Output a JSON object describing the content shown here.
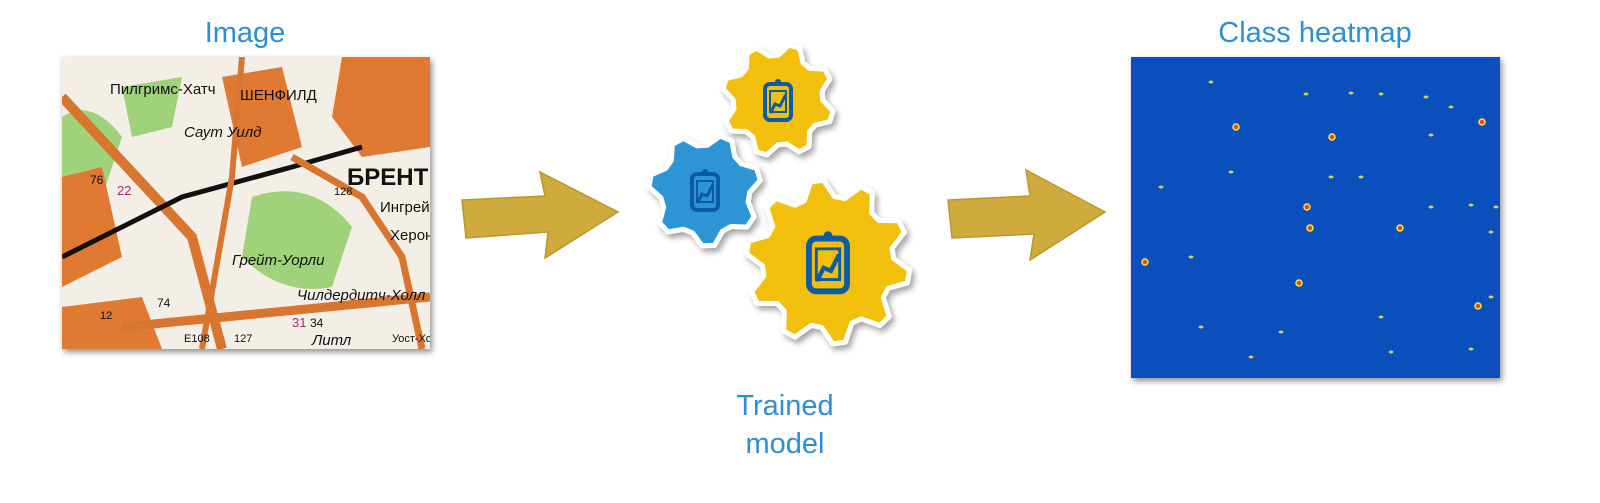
{
  "labels": {
    "input": "Image",
    "model": "Trained\nmodel",
    "output": "Class heatmap"
  },
  "map_lettering": [
    "Пилгримс-Хатч",
    "ШЕНФИЛД",
    "БРЕНТ",
    "Ингрей",
    "Херон",
    "Саут Уилд",
    "Грейт-Уорли",
    "Чилдердитч-Холл",
    "Литл",
    "Уост-Хорн",
    "76",
    "74",
    "22",
    "31",
    "34",
    "128",
    "127",
    "E108",
    "12"
  ],
  "icons": [
    "gear-model-icon-yellow-small",
    "gear-model-icon-blue",
    "gear-model-icon-yellow-large",
    "arrow-right-icon"
  ],
  "colors": {
    "label": "#2e8fd0",
    "gear_yellow": "#f3bf0a",
    "gear_blue": "#2f95d5",
    "clipboard": "#0d5aa5",
    "arrow": "#c9a227",
    "heatmap_bg": "#0b4fbd",
    "heatmap_hot": "#e2491c",
    "heatmap_warm": "#f4e93c"
  }
}
